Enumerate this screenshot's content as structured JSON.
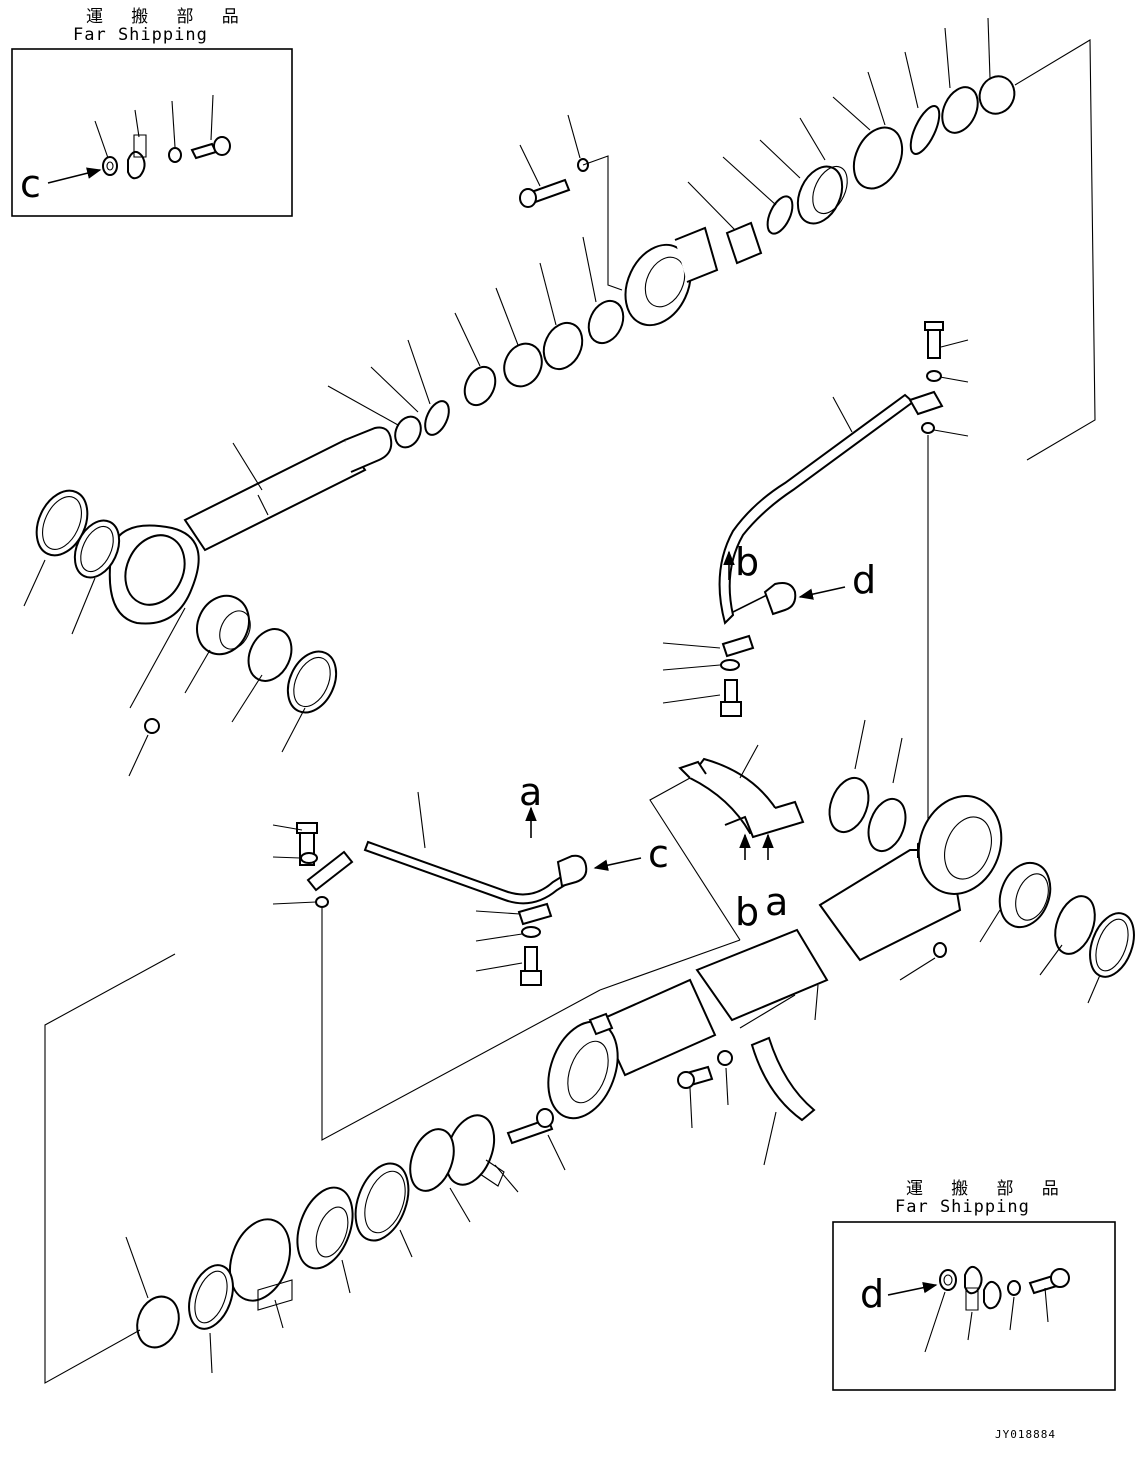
{
  "shipping_boxes": [
    {
      "jp": "運 搬 部 品",
      "en": "Far Shipping",
      "callout": "c"
    },
    {
      "jp": "運 搬 部 品",
      "en": "Far Shipping",
      "callout": "d"
    }
  ],
  "callouts": {
    "a_top": "a",
    "b_top": "b",
    "c_right": "c",
    "d_right": "d",
    "b_bottom": "b",
    "a_bottom": "a"
  },
  "drawing_code": "JY018884"
}
